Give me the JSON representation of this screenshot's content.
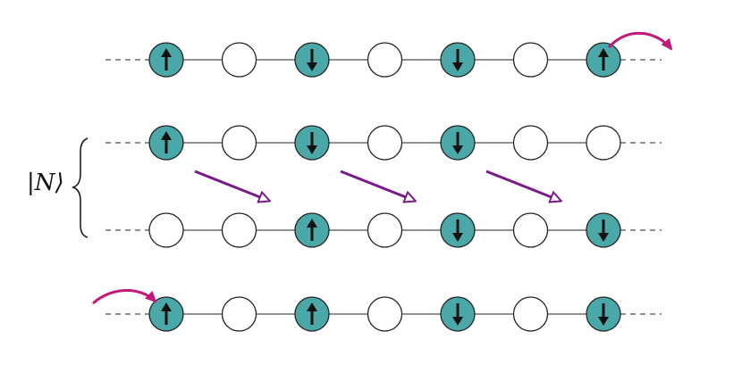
{
  "state_label": "|N⟩",
  "colors": {
    "spin_site_fill": "#4aa8a8",
    "empty_site_fill": "#ffffff",
    "outline": "#222222",
    "arrow_spin": "#111111",
    "hop_arrow": "#7a1a8a",
    "boundary_arrow": "#c2187a"
  },
  "rows": [
    {
      "name": "top",
      "sites": [
        "up",
        "empty",
        "down",
        "empty",
        "down",
        "empty",
        "up"
      ]
    },
    {
      "name": "upper-middle",
      "sites": [
        "up",
        "empty",
        "down",
        "empty",
        "down",
        "empty",
        "empty"
      ]
    },
    {
      "name": "lower-middle",
      "sites": [
        "empty",
        "empty",
        "up",
        "empty",
        "down",
        "empty",
        "down"
      ]
    },
    {
      "name": "bottom",
      "sites": [
        "up",
        "empty",
        "up",
        "empty",
        "down",
        "empty",
        "down"
      ]
    }
  ],
  "hops": [
    {
      "from_row": 1,
      "from_site": 0,
      "to_row": 2,
      "to_site": 2
    },
    {
      "from_row": 1,
      "from_site": 2,
      "to_row": 2,
      "to_site": 4
    },
    {
      "from_row": 1,
      "from_site": 4,
      "to_row": 2,
      "to_site": 6
    }
  ],
  "boundary_arrows": [
    {
      "row": 0,
      "site": 6,
      "direction": "out-right"
    },
    {
      "row": 3,
      "site": 0,
      "direction": "in-left"
    }
  ]
}
